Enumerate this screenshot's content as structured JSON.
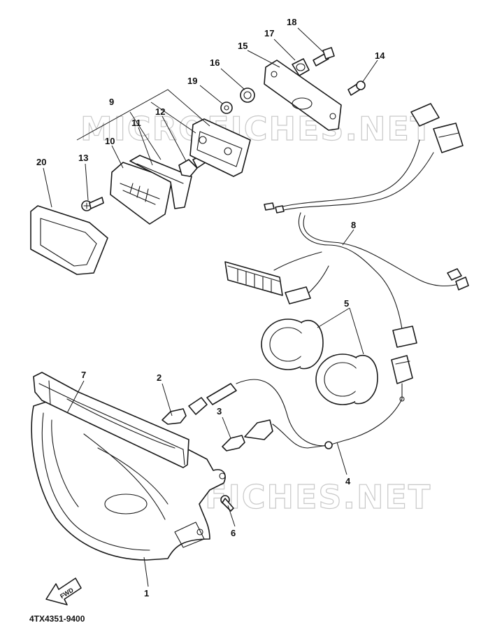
{
  "diagram": {
    "part_number": "4TX4351-9400",
    "watermark": "MICROFICHES.NET",
    "direction_arrow_label": "FWD",
    "callouts": [
      "1",
      "2",
      "3",
      "4",
      "5",
      "6",
      "7",
      "8",
      "9",
      "10",
      "11",
      "12",
      "13",
      "14",
      "15",
      "16",
      "17",
      "18",
      "19",
      "20"
    ]
  }
}
